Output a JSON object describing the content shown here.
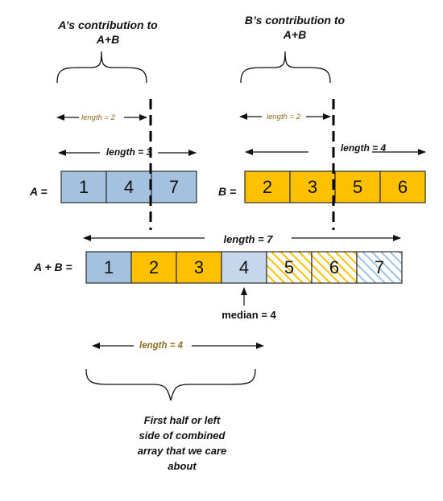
{
  "title_a_contribution": "A’s contribution to",
  "title_a_contribution_2": "A+B",
  "title_b_contribution": "B’s contribution to",
  "title_b_contribution_2": "A+B",
  "a_small_length": "length = 2",
  "b_small_length": "length = 2",
  "a_length": "length = 3",
  "b_length": "length = 4",
  "a_label": "A =",
  "b_label": "B =",
  "ab_label": "A + B =",
  "ab_length": "length = 7",
  "median_label": "median = 4",
  "half_length": "length = 4",
  "caption": [
    "First half or left",
    "side of combined",
    "array that we care",
    "about"
  ],
  "array_a": [
    "1",
    "4",
    "7"
  ],
  "array_b": [
    "2",
    "3",
    "5",
    "6"
  ],
  "combined": [
    "1",
    "2",
    "3",
    "4",
    "5",
    "6",
    "7"
  ],
  "colors": {
    "a_fill": "#a4c2e0",
    "b_fill": "#ffc000",
    "median_fill": "#c7d8ec",
    "hatch_b": "#ffc000",
    "hatch_a": "#9cc3e6",
    "small_label": "#8a6d1e"
  }
}
